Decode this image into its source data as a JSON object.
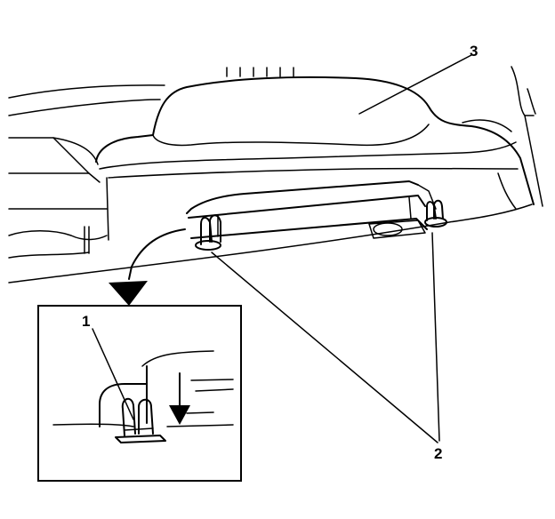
{
  "diagram": {
    "callouts": {
      "one": "1",
      "two": "2",
      "three": "3"
    },
    "colors": {
      "line": "#000000",
      "background": "#ffffff"
    }
  }
}
